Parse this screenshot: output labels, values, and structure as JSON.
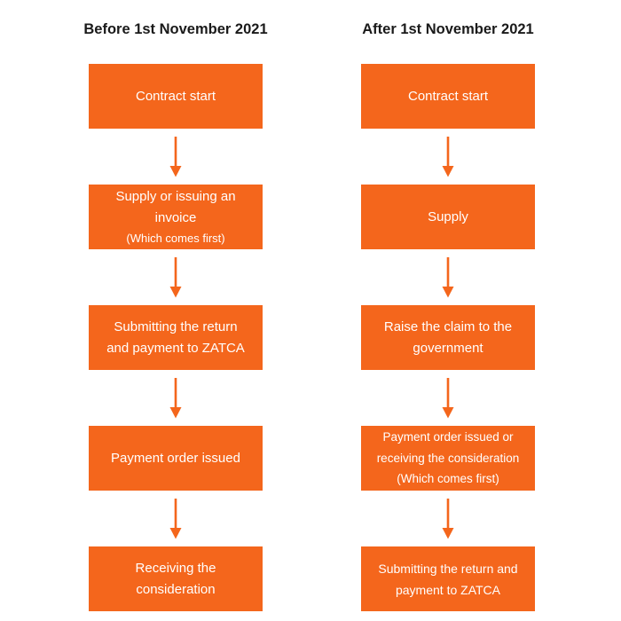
{
  "page": {
    "background": "#FFFFFF"
  },
  "colors": {
    "box-fill": "#F4661C",
    "arrow": "#F4661C",
    "heading-text": "#1A1A1A",
    "box-text": "#FFFFFF"
  },
  "columns": [
    {
      "title": "Before 1st November 2021",
      "steps": [
        {
          "label": "Contract start"
        },
        {
          "label": "Supply or issuing an\ninvoice",
          "note": "(Which comes first)"
        },
        {
          "label": "Submitting the return\nand payment to ZATCA"
        },
        {
          "label": "Payment order issued"
        },
        {
          "label": "Receiving the\nconsideration"
        }
      ]
    },
    {
      "title": "After 1st November 2021",
      "steps": [
        {
          "label": "Contract start"
        },
        {
          "label": "Supply"
        },
        {
          "label": "Raise the claim to the\ngovernment"
        },
        {
          "label": "Payment order issued or\nreceiving the consideration",
          "note": "(Which comes first)"
        },
        {
          "label": "Submitting the return and\npayment to ZATCA"
        }
      ]
    }
  ]
}
